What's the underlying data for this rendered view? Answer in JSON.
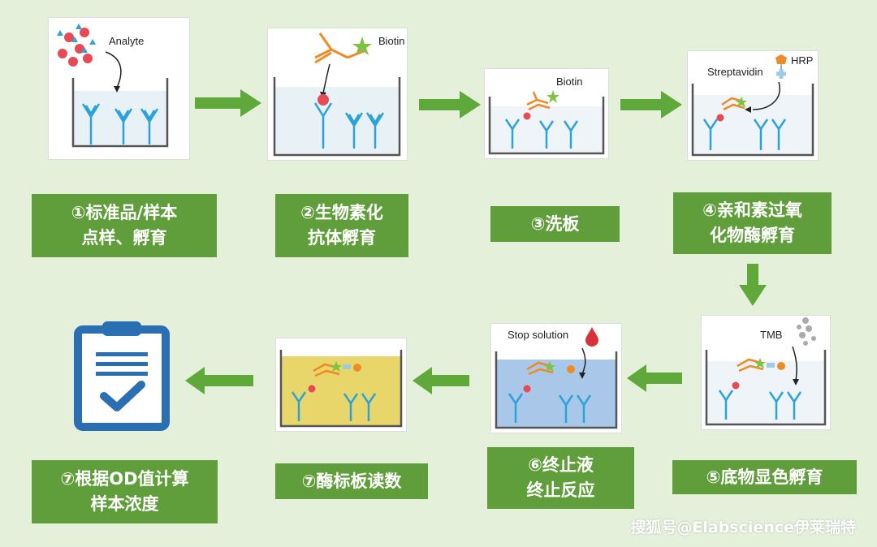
{
  "steps": [
    {
      "label": "①标准品/样本\n点样、孵育",
      "panel_text": "Analyte"
    },
    {
      "label": "②生物素化\n抗体孵育",
      "panel_text": "Biotin"
    },
    {
      "label": "③洗板",
      "panel_text": "Biotin"
    },
    {
      "label": "④亲和素过氧\n化物酶孵育",
      "panel_text_1": "Streptavidin",
      "panel_text_2": "HRP"
    },
    {
      "label": "⑤底物显色孵育",
      "panel_text": "TMB"
    },
    {
      "label": "⑥终止液\n终止反应",
      "panel_text": "Stop solution"
    },
    {
      "label": "⑦酶标板读数"
    },
    {
      "label": "⑦根据OD值计算\n样本浓度"
    }
  ],
  "watermark": "搜狐号@Elabscience伊莱瑞特",
  "colors": {
    "background": "#e4f0da",
    "label_fill": "#5f9e3a",
    "arrow": "#5fa83a",
    "antibody": "#2ba3d8",
    "analyte": "#e84a55",
    "biotin": "#7dc242",
    "hrp": "#f08a24",
    "stop": "#d9303c",
    "yellow_substrate": "#e9d66b",
    "blue_substrate": "#a9c7e8",
    "clipboard": "#2a6fb3"
  }
}
